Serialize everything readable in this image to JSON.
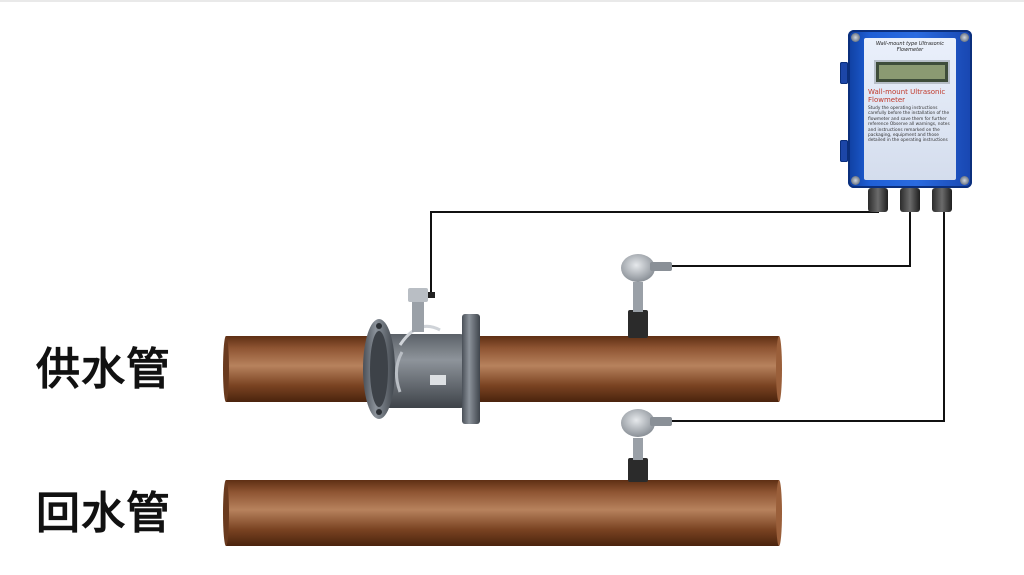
{
  "pipes": {
    "supply_label": "供水管",
    "return_label": "回水管",
    "pipe_color": "#8a4f30"
  },
  "flowmeter": {
    "title": "Wall-mount type Ultrasonic Flowmeter",
    "heading": "Wall-mount Ultrasonic Flowmeter",
    "notice": "Study the operating instructions carefully before the installation of the flowmeter and save them for further reference Observe all warnings, notes and instructions remarked on the packaging, equipment and those detailed in the operating instructions",
    "housing_color": "#1f5fd6"
  },
  "components": {
    "flow_sensor": "flanged-ultrasonic-flow-sensor",
    "temperature_sensors": [
      "supply-temperature-sensor",
      "return-temperature-sensor"
    ],
    "cable_color": "#111111"
  }
}
